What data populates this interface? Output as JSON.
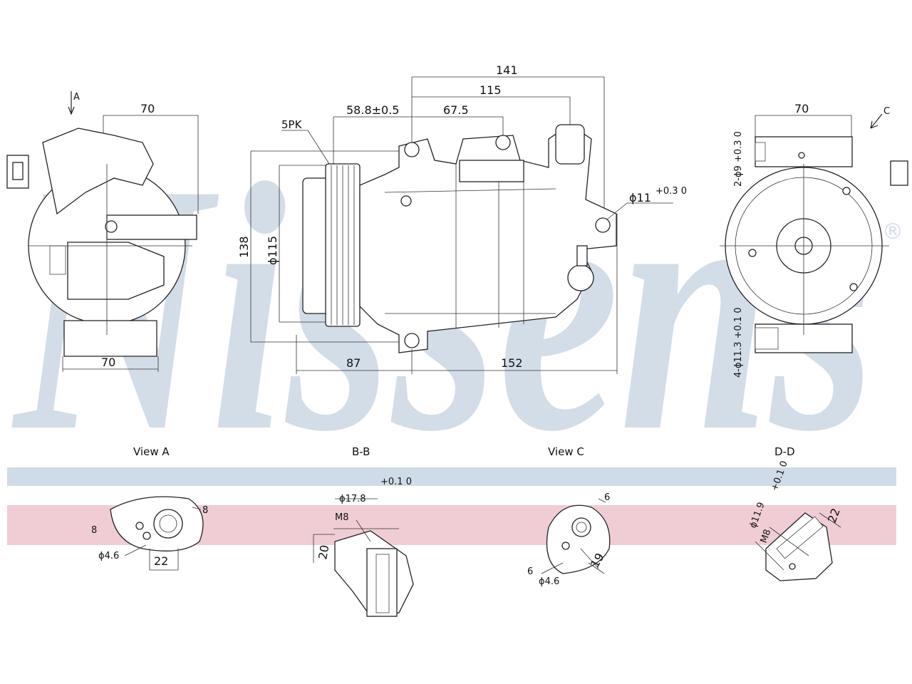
{
  "watermark": {
    "text": "Nissens",
    "registered_mark": "®",
    "color": "#d3dde8"
  },
  "band_colors": {
    "blue": "#cfdbe7",
    "pink": "#f0cdd5"
  },
  "dimensions": {
    "side_width_top": "70",
    "side_width_bottom": "70",
    "side_arrow_label": "A",
    "overall_length": "141",
    "length_115": "115",
    "length_67_5": "67.5",
    "pulley_offset": "58.8±0.5",
    "belt_type": "5PK",
    "height": "138",
    "pulley_diameter": "ϕ115",
    "mount_hole": "ϕ11",
    "mount_hole_tol": "+0.3 0",
    "len_87": "87",
    "len_152": "152",
    "rear_width": "70",
    "rear_arrow_label": "C",
    "rear_holes_top": "2-ϕ9 +0.3 0",
    "rear_holes_bottom": "4-ϕ11.3 +0.1 0"
  },
  "views": [
    {
      "title": "View A",
      "dims": [
        "8",
        "8",
        "ϕ4.6",
        "22"
      ]
    },
    {
      "title": "B-B",
      "dims": [
        "ϕ17.8",
        "+0.1 0",
        "M8",
        "20"
      ]
    },
    {
      "title": "View C",
      "dims": [
        "6",
        "6",
        "ϕ4.6",
        "19"
      ]
    },
    {
      "title": "D-D",
      "dims": [
        "ϕ11.9",
        "+0.1 0",
        "M8",
        "22"
      ]
    }
  ]
}
